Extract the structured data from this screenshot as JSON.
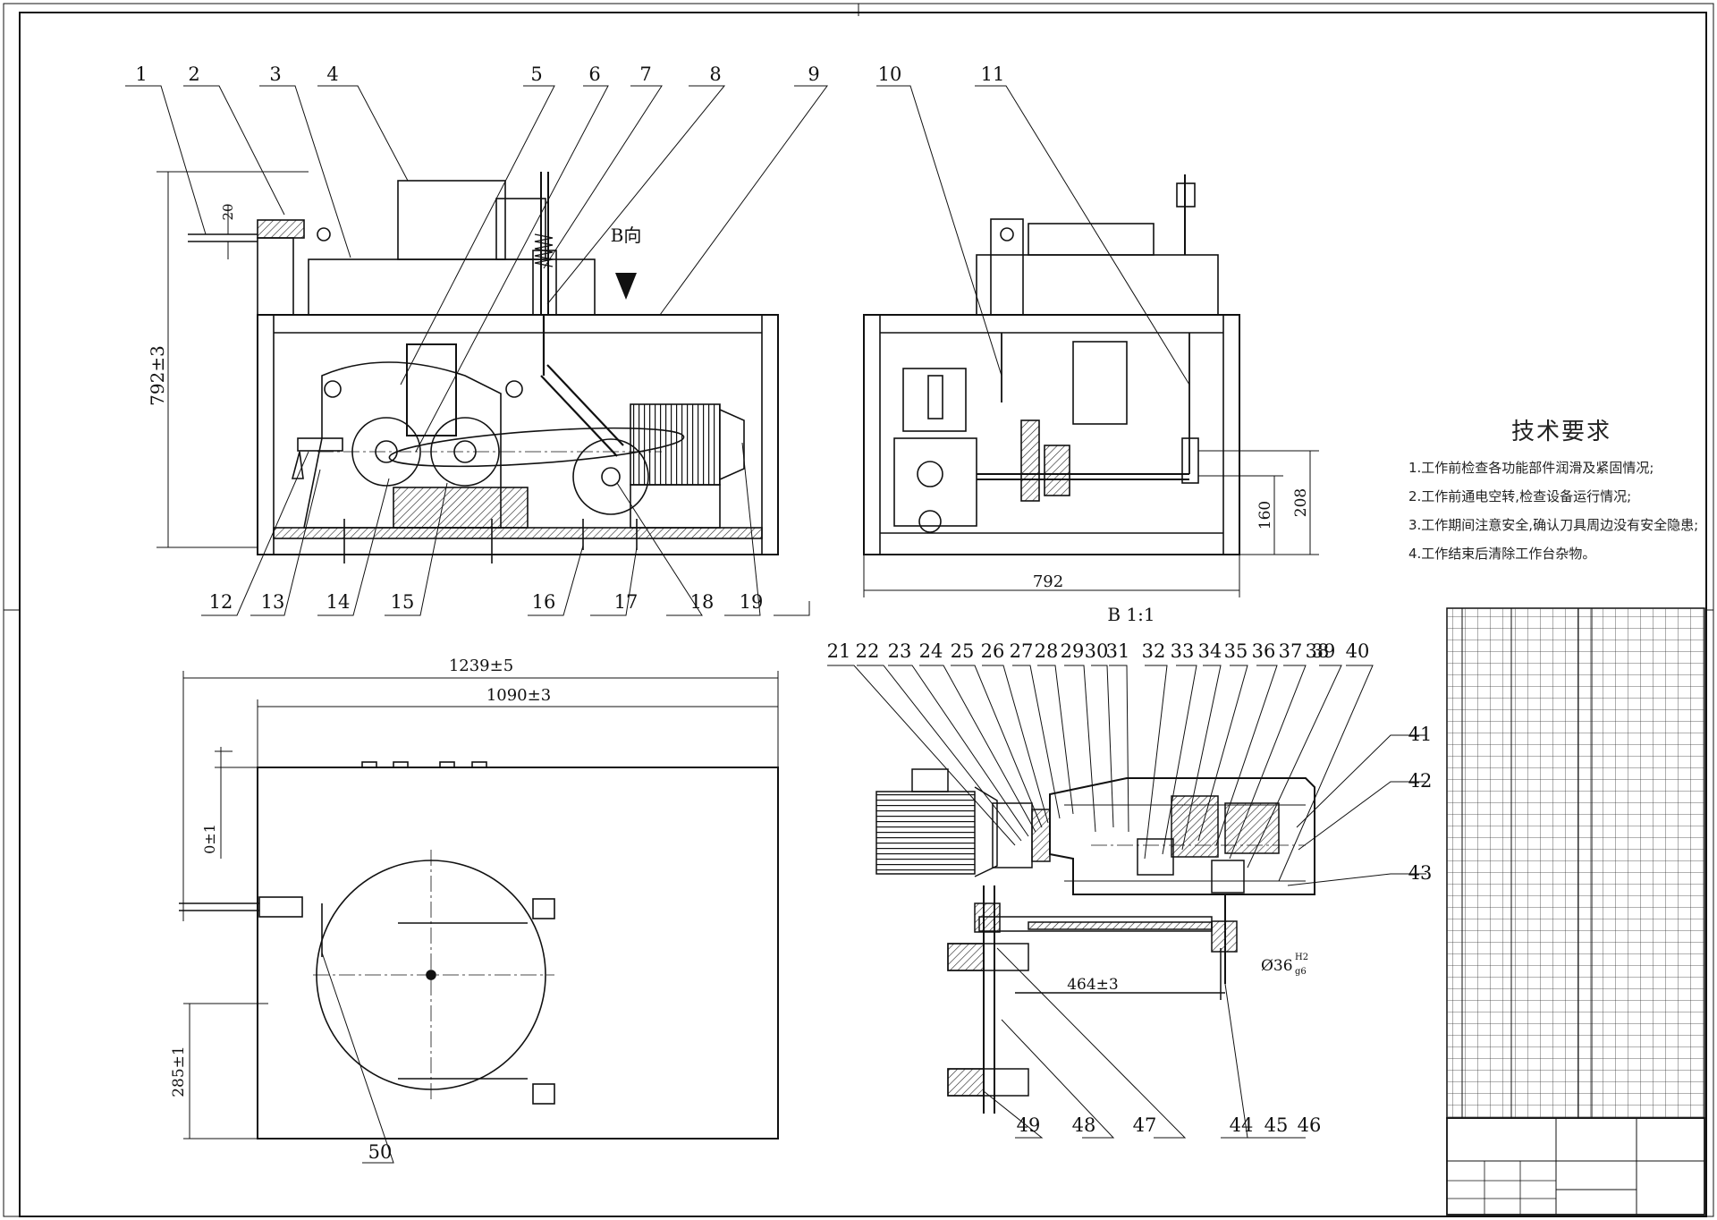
{
  "views": {
    "front_height_dim": "792±3",
    "rod_dim": "20",
    "view_direction": "B向",
    "side_width_dim": "792",
    "side_dim_160": "160",
    "side_dim_208": "208",
    "section_label": "B 1:1",
    "top_overall_dim": "1239±5",
    "top_inner_dim": "1090±3",
    "top_offset_dim": "0±1",
    "top_center_dim": "285±1",
    "shaft_dist_dim": "464±3",
    "shaft_fit_dim": "Ø36",
    "shaft_fit_tol_upper": "H2",
    "shaft_fit_tol_lower": "g6"
  },
  "part_numbers": {
    "front_top": [
      "1",
      "2",
      "3",
      "4",
      "5",
      "6",
      "7",
      "8",
      "9"
    ],
    "side_top": [
      "10",
      "11"
    ],
    "front_bottom": [
      "12",
      "13",
      "14",
      "15",
      "16",
      "17",
      "18",
      "19"
    ],
    "section_top": [
      "21",
      "22",
      "23",
      "24",
      "25",
      "26",
      "27",
      "28",
      "29",
      "30",
      "31",
      "32",
      "33",
      "34",
      "35",
      "36",
      "37",
      "38",
      "39",
      "40"
    ],
    "section_right": [
      "41",
      "42",
      "43"
    ],
    "section_bottom": [
      "44",
      "45",
      "46",
      "47",
      "48",
      "49"
    ],
    "top_view": [
      "50"
    ]
  },
  "tech_requirements": {
    "title": "技术要求",
    "items": [
      "1.工作前检查各功能部件润滑及紧固情况;",
      "2.工作前通电空转,检查设备运行情况;",
      "3.工作期间注意安全,确认刀具周边没有安全隐患;",
      "4.工作结束后清除工作台杂物。"
    ]
  },
  "colors": {
    "line": "#111111",
    "background": "#ffffff"
  }
}
